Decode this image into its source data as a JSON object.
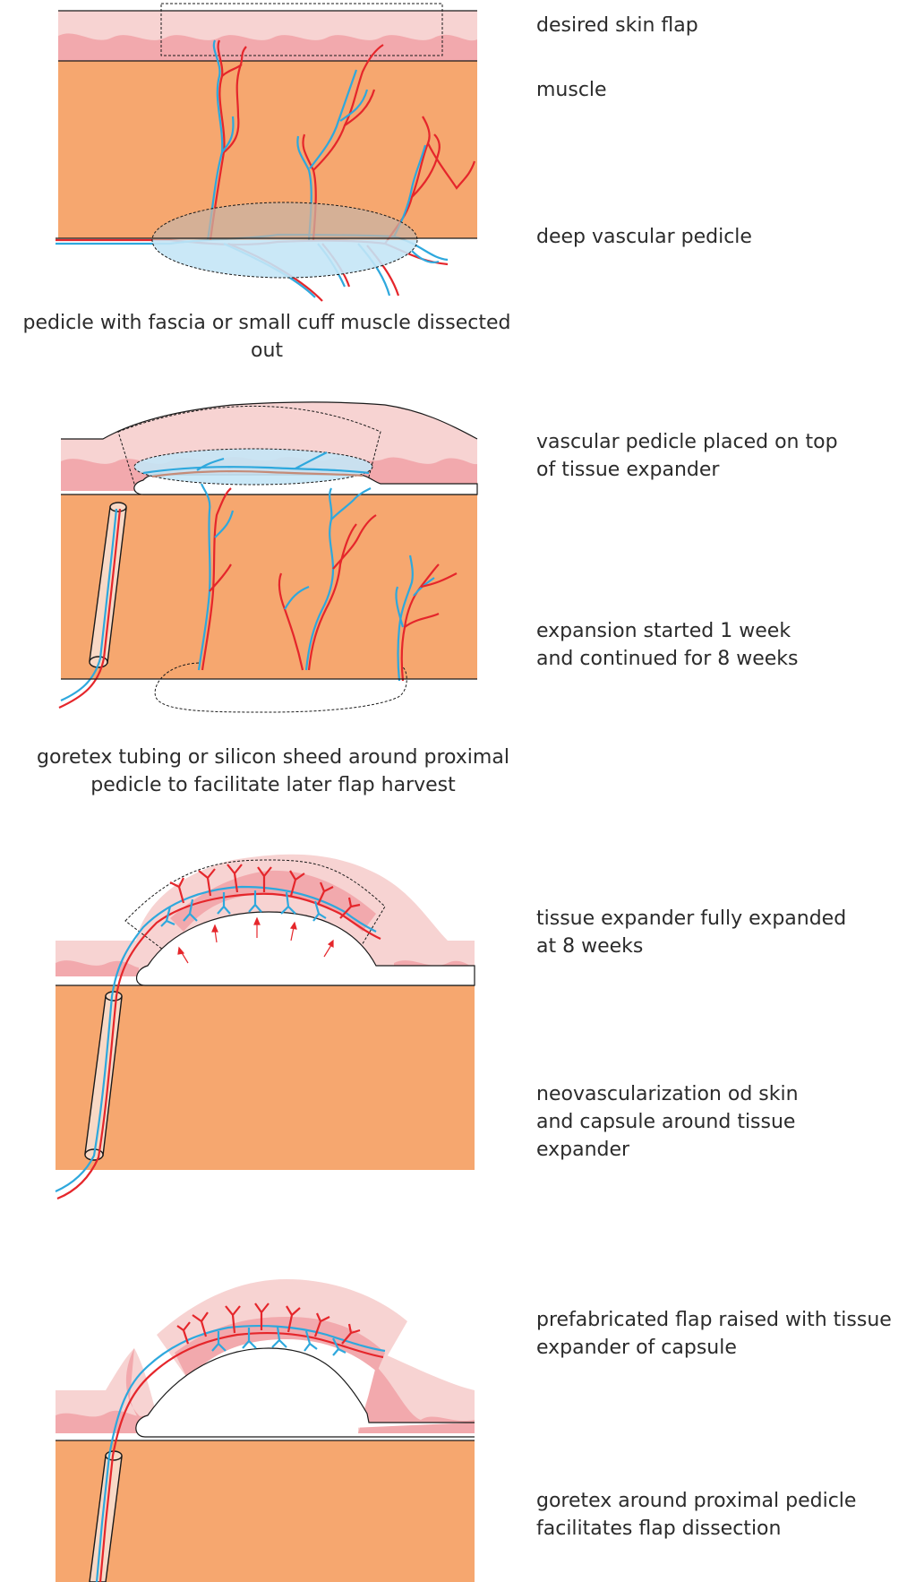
{
  "stage1": {
    "labels": [
      "desired skin flap",
      "muscle",
      "deep vascular pedicle"
    ],
    "caption": "pedicle with fascia or small cuff muscle dissected out"
  },
  "stage2": {
    "label_top": [
      "vascular pedicle placed on top",
      "of tissue expander"
    ],
    "label_mid": [
      "expansion started 1 week",
      "and continued for 8 weeks"
    ],
    "caption": [
      "goretex tubing or silicon sheed around proximal",
      "pedicle to facilitate later flap harvest"
    ]
  },
  "stage3": {
    "label_top": [
      "tissue expander fully expanded",
      "at 8 weeks"
    ],
    "label_mid": [
      "neovascularization od skin",
      "and capsule around tissue",
      "expander"
    ]
  },
  "stage4": {
    "label_top": [
      "prefabricated flap raised with tissue",
      "expander of capsule"
    ],
    "label_mid": [
      "goretex around proximal pedicle",
      "facilitates flap dissection"
    ]
  },
  "colors": {
    "muscle": "#f6a76f",
    "skin_light": "#f7d3d2",
    "skin_dark": "#f2a9ad",
    "artery": "#e5262b",
    "vein": "#2ea8dd",
    "pedicle_fascia": "#c9b3a3",
    "pedicle_blue": "#c4e6f6",
    "outline": "#1a1a1a"
  }
}
